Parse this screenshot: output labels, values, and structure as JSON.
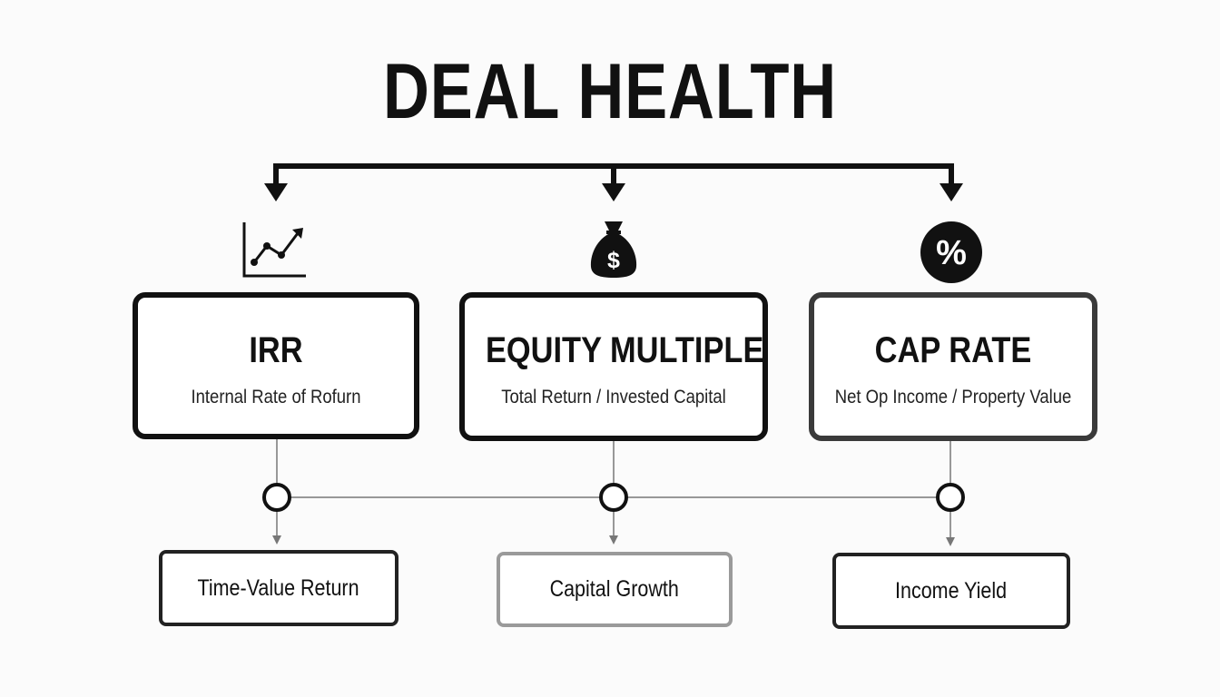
{
  "title": "DEAL HEALTH",
  "metrics": [
    {
      "heading": "IRR",
      "description": "Internal Rate of Rofurn",
      "icon": "line-chart-icon",
      "outcome": "Time-Value Return"
    },
    {
      "heading": "EQUITY MULTIPLE",
      "description": "Total Return / Invested Capital",
      "icon": "money-bag-icon",
      "outcome": "Capital Growth"
    },
    {
      "heading": "CAP RATE",
      "description": "Net Op Income / Property Value",
      "icon": "percent-icon",
      "outcome": "Income Yield"
    }
  ],
  "icon_glyphs": {
    "money_bag": "$",
    "percent": "%"
  },
  "colors": {
    "ink": "#111111",
    "line": "#777777",
    "cap_rate_border": "#3a3a3a",
    "capital_growth_border": "#9a9a9a"
  }
}
